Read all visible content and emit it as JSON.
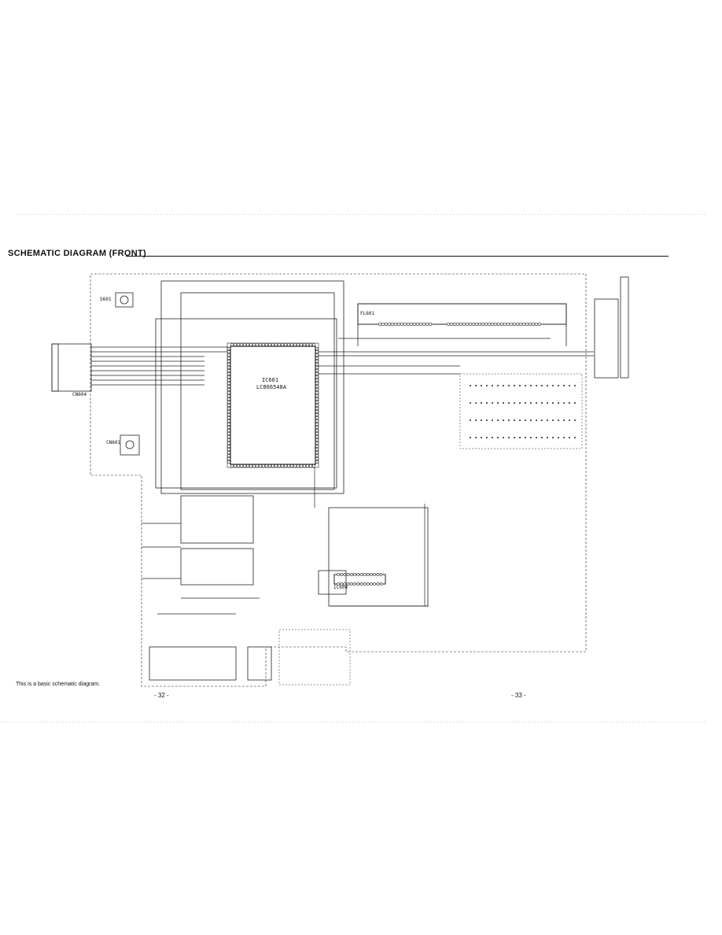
{
  "header": {
    "title": "SCHEMATIC DIAGRAM (FRONT)"
  },
  "footer": {
    "note": "This is a basic schematic diagram.",
    "page_left": "- 32 -",
    "page_right": "- 33 -"
  },
  "components": {
    "ic_main_ref": "IC601",
    "ic_main_part": "LC866548A",
    "ic_driver_ref": "IC604",
    "display_ref": "FL601",
    "switch_ref": "S601",
    "jack_ref": "CN601",
    "conn_left_ref": "CN604"
  }
}
